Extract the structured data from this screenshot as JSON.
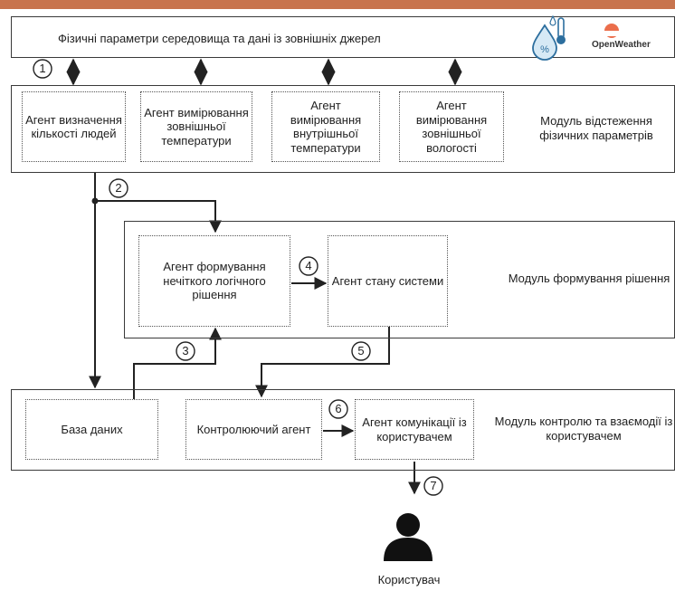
{
  "external": {
    "text": "Фізичні параметри середовища та дані із зовнішніх джерел",
    "openweather_label": "OpenWeather",
    "weather_icon": "humidity-thermometer-icon",
    "brand_icon": "openweather-logo-icon"
  },
  "module1": {
    "label": "Модуль відстеження фізичних параметрів",
    "agents": [
      "Агент визначення кількості людей",
      "Агент вимірювання зовнішньої температури",
      "Агент вимірювання внутрішньої температури",
      "Агент вимірювання зовнішньої вологості"
    ]
  },
  "module2": {
    "label": "Модуль формування рішення",
    "agent_fuzzy": "Агент формування нечіткого логічного рішення",
    "agent_state": "Агент стану системи"
  },
  "module3": {
    "label": "Модуль контролю та взаємодії із користувачем",
    "database": "База даних",
    "controller": "Контролюючий агент",
    "comm_agent": "Агент комунікації із користувачем"
  },
  "steps": [
    "1",
    "2",
    "3",
    "4",
    "5",
    "6",
    "7"
  ],
  "user": {
    "label": "Користувач",
    "icon": "user-icon"
  }
}
